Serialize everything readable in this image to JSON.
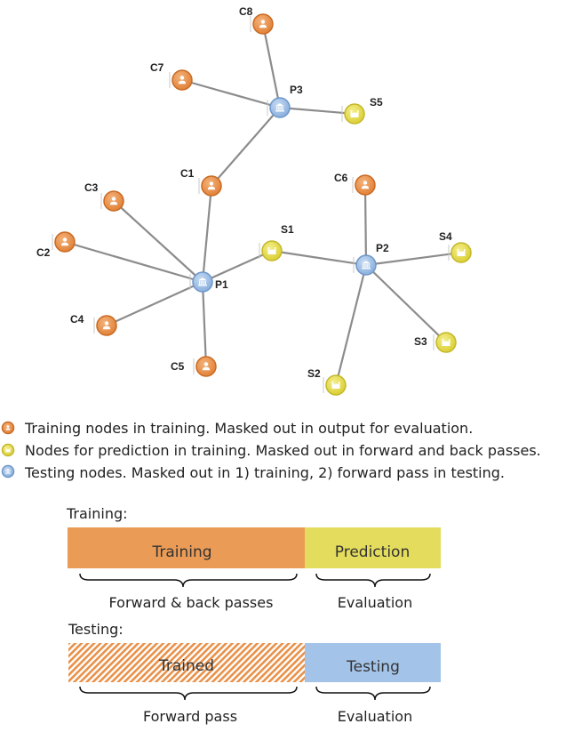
{
  "colors": {
    "training_node": "#e8914a",
    "prediction_node": "#e6dc50",
    "testing_node": "#9fc0e6",
    "edge": "#8c8c8c",
    "training_bar": "#ea9b55",
    "prediction_bar": "#e4dc5c",
    "testing_bar": "#a4c3e8",
    "trained_hatch": "#e8914a"
  },
  "graph": {
    "nodes": [
      {
        "id": "C8",
        "type": "training"
      },
      {
        "id": "C7",
        "type": "training"
      },
      {
        "id": "P3",
        "type": "testing"
      },
      {
        "id": "S5",
        "type": "prediction"
      },
      {
        "id": "C1",
        "type": "training"
      },
      {
        "id": "C6",
        "type": "training"
      },
      {
        "id": "C3",
        "type": "training"
      },
      {
        "id": "S1",
        "type": "prediction"
      },
      {
        "id": "S4",
        "type": "prediction"
      },
      {
        "id": "C2",
        "type": "training"
      },
      {
        "id": "P2",
        "type": "testing"
      },
      {
        "id": "P1",
        "type": "testing"
      },
      {
        "id": "C4",
        "type": "training"
      },
      {
        "id": "S3",
        "type": "prediction"
      },
      {
        "id": "C5",
        "type": "training"
      },
      {
        "id": "S2",
        "type": "prediction"
      }
    ],
    "edges": [
      [
        "P3",
        "C8"
      ],
      [
        "P3",
        "C7"
      ],
      [
        "P3",
        "S5"
      ],
      [
        "P3",
        "C1"
      ],
      [
        "P1",
        "C1"
      ],
      [
        "P1",
        "C3"
      ],
      [
        "P1",
        "C2"
      ],
      [
        "P1",
        "C4"
      ],
      [
        "P1",
        "C5"
      ],
      [
        "P1",
        "S1"
      ],
      [
        "S1",
        "P2"
      ],
      [
        "P2",
        "C6"
      ],
      [
        "P2",
        "S4"
      ],
      [
        "P2",
        "S3"
      ],
      [
        "P2",
        "S2"
      ]
    ]
  },
  "legend": {
    "items": [
      {
        "type": "training",
        "text": "Training nodes in training. Masked out in output for evaluation."
      },
      {
        "type": "prediction",
        "text": "Nodes for prediction in training. Masked out in forward and back passes."
      },
      {
        "type": "testing",
        "text": "Testing nodes. Masked out in 1) training, 2) forward pass in testing."
      }
    ]
  },
  "training_section": {
    "title": "Training:",
    "bar_left": "Training",
    "bar_right": "Prediction",
    "brace_left": "Forward & back passes",
    "brace_right": "Evaluation"
  },
  "testing_section": {
    "title": "Testing:",
    "bar_left": "Trained",
    "bar_right": "Testing",
    "brace_left": "Forward pass",
    "brace_right": "Evaluation"
  }
}
